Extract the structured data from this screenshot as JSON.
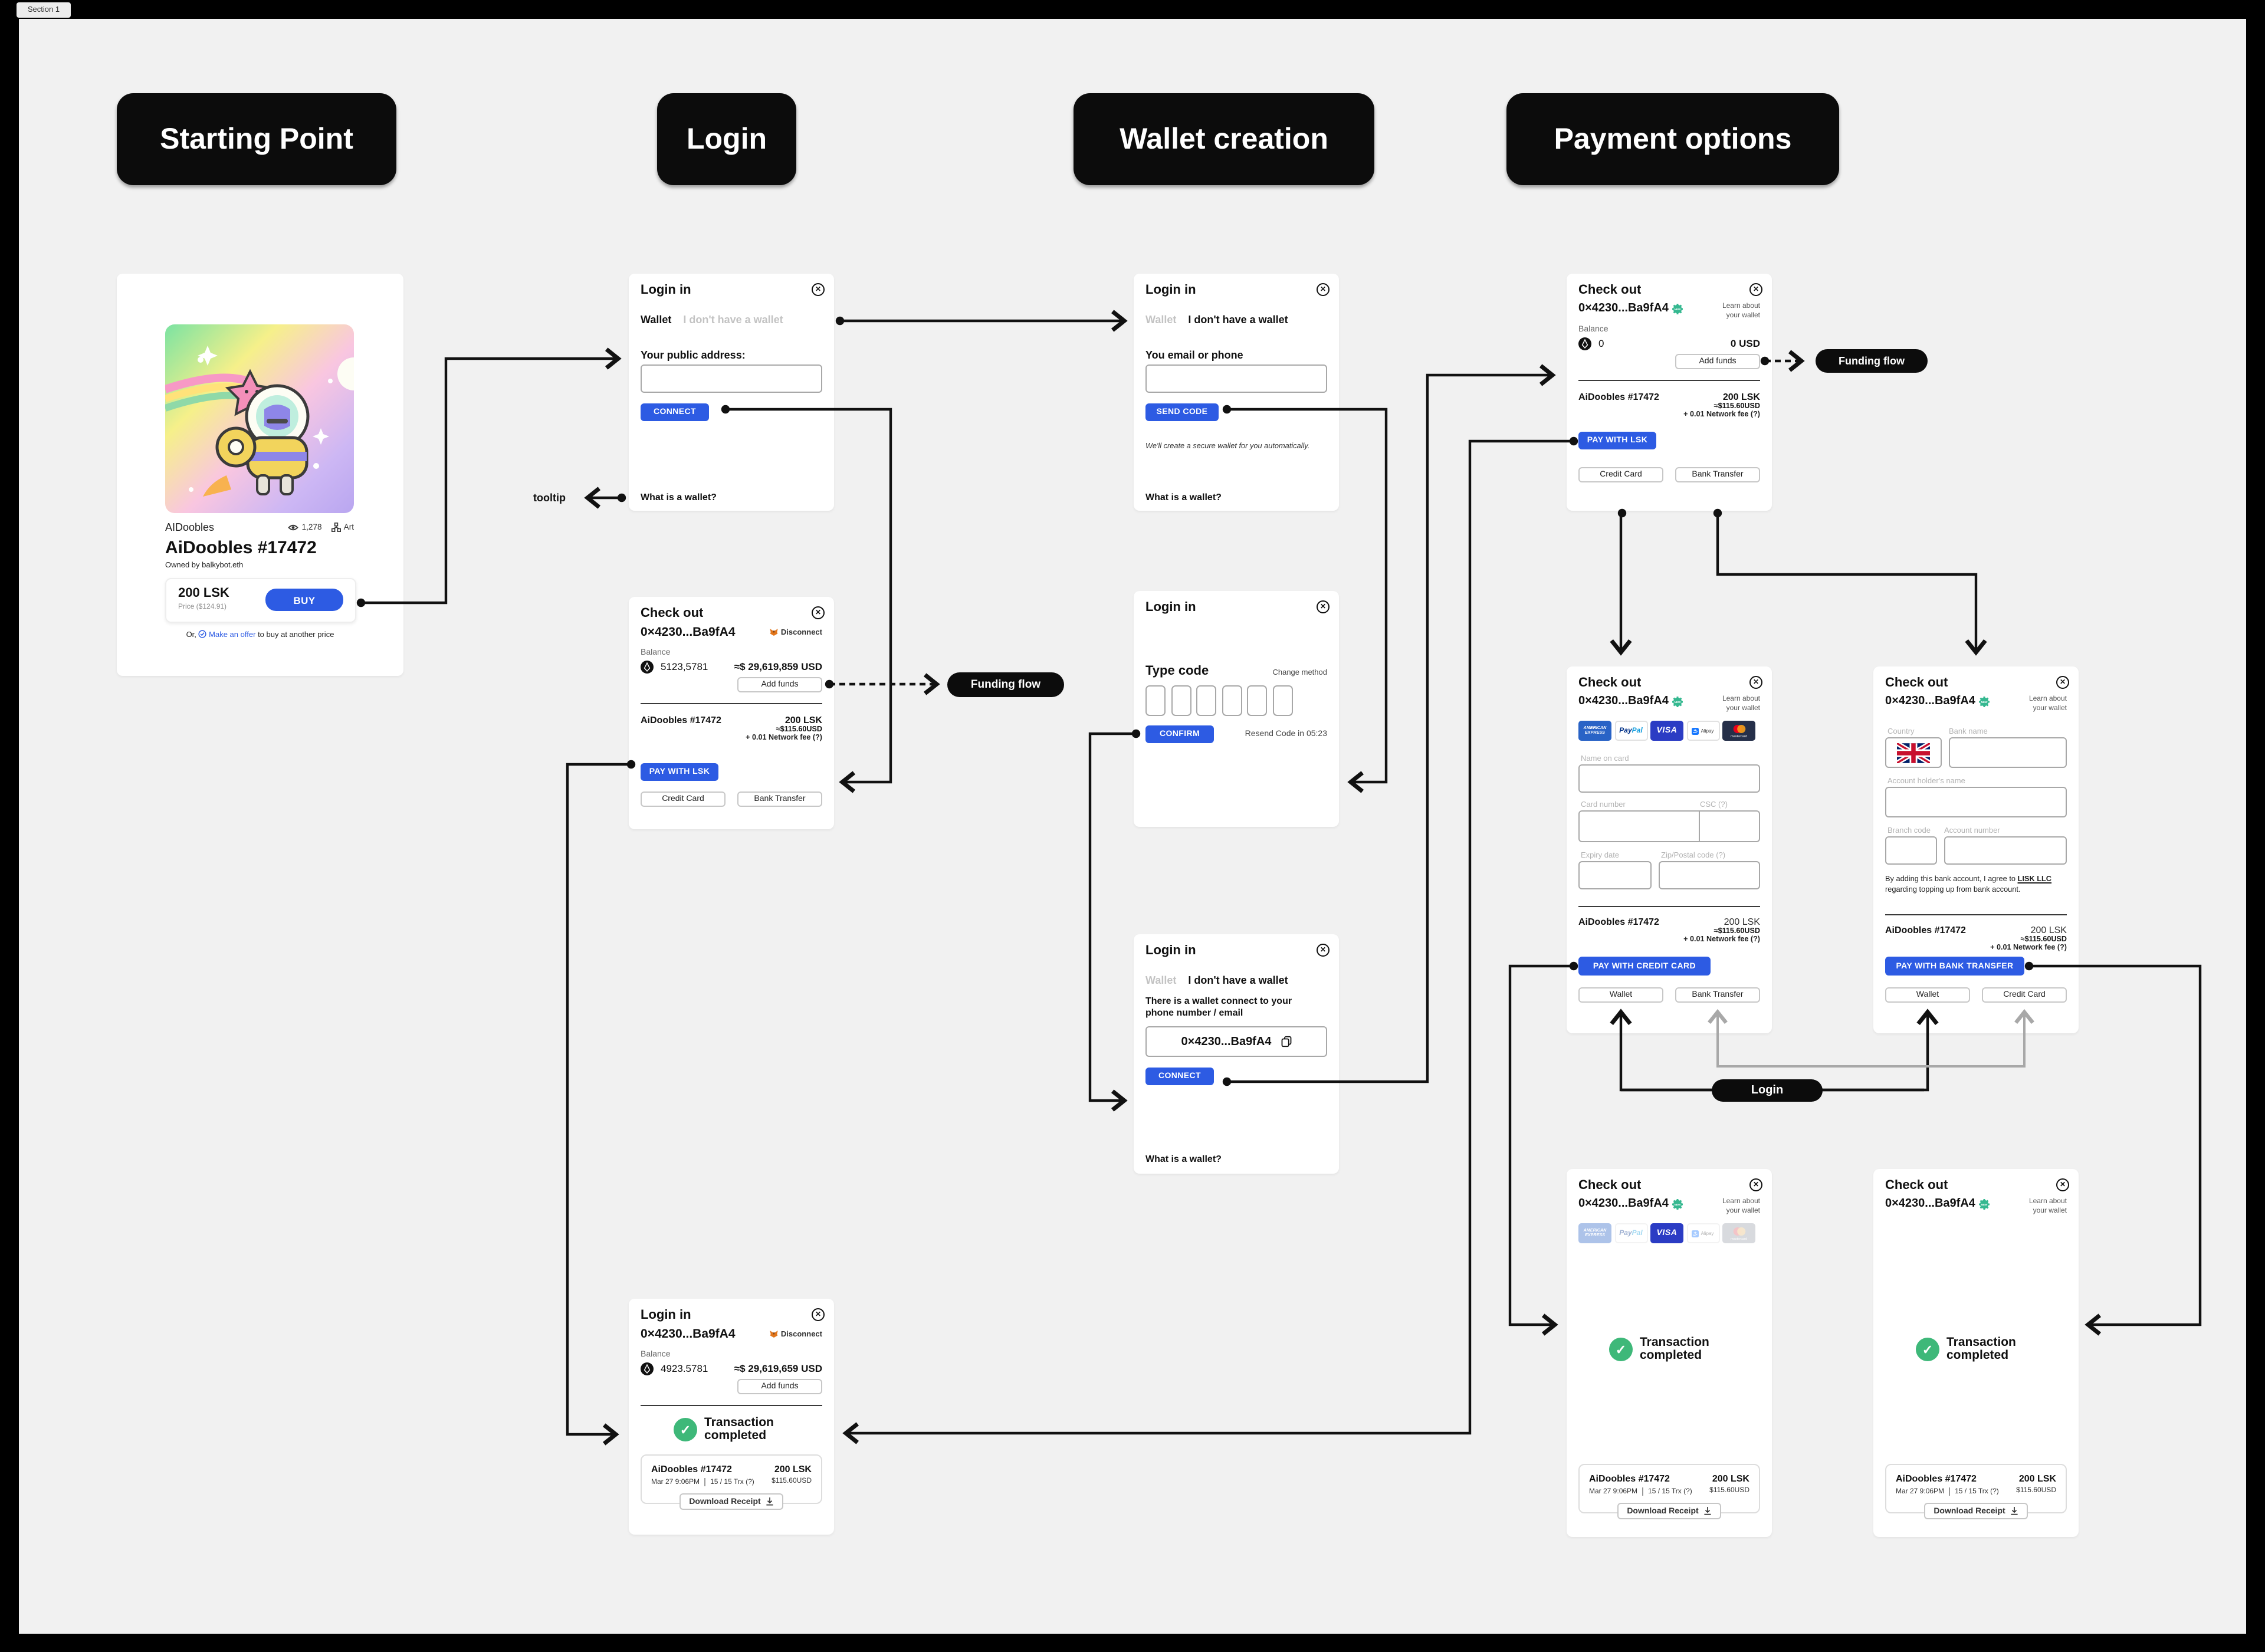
{
  "section_label": "Section 1",
  "headers": {
    "starting_point": "Starting Point",
    "login": "Login",
    "wallet_creation": "Wallet creation",
    "payment_options": "Payment options"
  },
  "labels": {
    "funding_flow_left": "Funding flow",
    "funding_flow_right": "Funding flow",
    "login_pill": "Login",
    "tooltip": "tooltip"
  },
  "colors": {
    "accent_blue": "#2d5be3",
    "success_green": "#3eb879",
    "badge_teal": "#35b890",
    "canvas": "#f1f1f1"
  },
  "nft_card": {
    "collection": "AIDoobles",
    "views": "1,278",
    "category": "Art",
    "title": "AiDoobles #17472",
    "owner": "Owned by balkybot.eth",
    "price": "200 LSK",
    "price_usd": "Price ($124.91)",
    "buy_label": "BUY",
    "offer_prefix": "Or,",
    "offer_link": "Make an offer",
    "offer_suffix": "to buy at another price"
  },
  "login_modal": {
    "title": "Login in",
    "tab_wallet": "Wallet",
    "tab_no_wallet": "I don't have a wallet",
    "address_label": "Your public address:",
    "connect_label": "CONNECT",
    "what_is_wallet": "What is a wallet?"
  },
  "checkout_wallet": {
    "title": "Check out",
    "address": "0×4230...Ba9fA4",
    "disconnect": "Disconnect",
    "balance_label": "Balance",
    "balance_lsk": "5123,5781",
    "balance_usd": "≈$ 29,619,859 USD",
    "add_funds": "Add funds",
    "item": "AiDoobles #17472",
    "item_price": "200 LSK",
    "item_usd": "≈$115.60USD",
    "item_fee": "+ 0.01 Network fee (?)",
    "pay_label": "PAY WITH LSK",
    "alt1": "Credit Card",
    "alt2": "Bank Transfer"
  },
  "tx_wallet": {
    "title": "Login in",
    "address": "0×4230...Ba9fA4",
    "disconnect": "Disconnect",
    "balance_label": "Balance",
    "balance_lsk": "4923.5781",
    "balance_usd": "≈$ 29,619,659 USD",
    "add_funds": "Add funds",
    "tx_line1": "Transaction",
    "tx_line2": "completed",
    "item": "AiDoobles #17472",
    "item_meta_date": "Mar 27 9:06PM",
    "item_meta_trx": "15 / 15 Trx (?)",
    "item_price": "200 LSK",
    "item_usd": "$115.60USD",
    "download": "Download Receipt"
  },
  "wallet_email_modal": {
    "title": "Login in",
    "tab_wallet": "Wallet",
    "tab_no_wallet": "I don't have a wallet",
    "email_label": "You email or phone",
    "send_code": "SEND CODE",
    "note": "We'll create a secure wallet for you automatically.",
    "what_is_wallet": "What is a wallet?"
  },
  "type_code_modal": {
    "title": "Login in",
    "heading": "Type code",
    "change_method": "Change method",
    "confirm": "CONFIRM",
    "resend": "Resend Code in 05:23"
  },
  "wallet_connect_modal": {
    "title": "Login in",
    "tab_wallet": "Wallet",
    "tab_no_wallet": "I don't have a wallet",
    "message1": "There is a wallet connect to your",
    "message2": "phone number / email",
    "address": "0×4230...Ba9fA4",
    "connect": "CONNECT",
    "what_is_wallet": "What is a wallet?"
  },
  "checkout_payment": {
    "title": "Check out",
    "address": "0×4230...Ba9fA4",
    "learn1": "Learn about",
    "learn2": "your wallet",
    "balance_label": "Balance",
    "balance_lsk": "0",
    "balance_usd": "0 USD",
    "add_funds": "Add funds",
    "item": "AiDoobles #17472",
    "item_price": "200 LSK",
    "item_usd": "≈$115.60USD",
    "item_fee": "+ 0.01 Network fee (?)",
    "pay_label": "PAY WITH LSK",
    "alt1": "Credit Card",
    "alt2": "Bank Transfer"
  },
  "credit_card_modal": {
    "title": "Check out",
    "address": "0×4230...Ba9fA4",
    "learn1": "Learn about",
    "learn2": "your wallet",
    "logos": {
      "amex1": "AMERICAN",
      "amex2": "EXPRESS",
      "paypal_a": "Pay",
      "paypal_b": "Pal",
      "visa": "VISA",
      "alipay": "Alipay",
      "mastercard": "mastercard"
    },
    "name_label": "Name on card",
    "card_label": "Card number",
    "csc_label": "CSC (?)",
    "expiry_label": "Expiry date",
    "zip_label": "Zip/Postal code (?)",
    "item": "AiDoobles #17472",
    "item_price": "200 LSK",
    "item_usd": "≈$115.60USD",
    "item_fee": "+ 0.01 Network fee (?)",
    "pay_label": "PAY WITH CREDIT CARD",
    "alt1": "Wallet",
    "alt2": "Bank Transfer"
  },
  "bank_transfer_modal": {
    "title": "Check out",
    "address": "0×4230...Ba9fA4",
    "learn1": "Learn about",
    "learn2": "your wallet",
    "country_label": "Country",
    "bank_label": "Bank name",
    "holder_label": "Account holder's name",
    "branch_label": "Branch code",
    "account_label": "Account number",
    "legal_pre": "By adding this bank account, I agree to ",
    "legal_link": "LISK LLC",
    "legal_post": " regarding topping up from bank account.",
    "item": "AiDoobles #17472",
    "item_price": "200 LSK",
    "item_usd": "≈$115.60USD",
    "item_fee": "+ 0.01 Network fee (?)",
    "pay_label": "PAY WITH BANK TRANSFER",
    "alt1": "Wallet",
    "alt2": "Credit Card"
  },
  "tx_credit_modal": {
    "title": "Check out",
    "address": "0×4230...Ba9fA4",
    "learn1": "Learn about",
    "learn2": "your wallet",
    "tx_line1": "Transaction",
    "tx_line2": "completed",
    "item": "AiDoobles #17472",
    "item_meta_date": "Mar 27 9:06PM",
    "item_meta_trx": "15 / 15 Trx (?)",
    "item_price": "200 LSK",
    "item_usd": "$115.60USD",
    "download": "Download Receipt"
  },
  "tx_bank_modal": {
    "title": "Check out",
    "address": "0×4230...Ba9fA4",
    "learn1": "Learn about",
    "learn2": "your wallet",
    "tx_line1": "Transaction",
    "tx_line2": "completed",
    "item": "AiDoobles #17472",
    "item_meta_date": "Mar 27 9:06PM",
    "item_meta_trx": "15 / 15 Trx (?)",
    "item_price": "200 LSK",
    "item_usd": "$115.60USD",
    "download": "Download Receipt"
  }
}
